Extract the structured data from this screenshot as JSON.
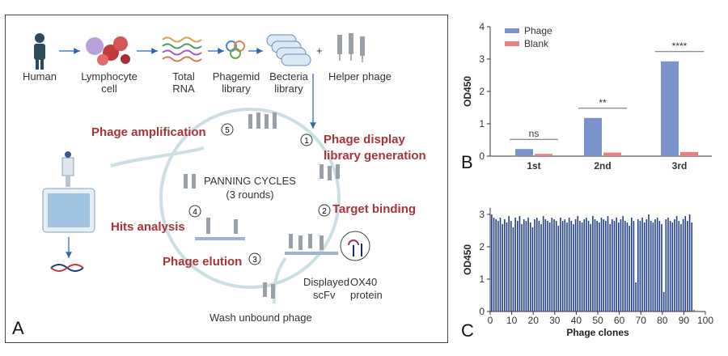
{
  "panels": {
    "a": "A",
    "b": "B",
    "c": "C"
  },
  "diagram": {
    "top_row": [
      "Human",
      "Lymphocyte\ncell",
      "Total\nRNA",
      "Phagemid\nlibrary",
      "Becteria\nlibrary",
      "Helper phage"
    ],
    "plus": "+",
    "cycle_center": [
      "PANNING CYCLES",
      "(3 rounds)"
    ],
    "steps": [
      {
        "num": "1",
        "label": "Phage display\nlibrary generation"
      },
      {
        "num": "2",
        "label": "Target binding"
      },
      {
        "num": "3",
        "label": "Phage elution"
      },
      {
        "num": "4",
        "label": "Hits analysis"
      },
      {
        "num": "5",
        "label": "Phage amplification"
      }
    ],
    "displayed_scfv": "Displayed\nscFv",
    "ox40": "OX40\nprotein",
    "wash": "Wash unbound phage",
    "colors": {
      "step_text": "#a8343a",
      "arrow": "#2e68b0",
      "cycle": "#c9dfe4"
    }
  },
  "chart_data": [
    {
      "type": "bar",
      "categories": [
        "1st",
        "2nd",
        "3rd"
      ],
      "series": [
        {
          "name": "Phage",
          "values": [
            0.22,
            1.18,
            2.93
          ],
          "color": "#7b93cc"
        },
        {
          "name": "Blank",
          "values": [
            0.07,
            0.11,
            0.13
          ],
          "color": "#e88080"
        }
      ],
      "ylabel": "OD450",
      "ylim": [
        0,
        4
      ],
      "yticks": [
        "0",
        "1",
        "2",
        "3",
        "4"
      ],
      "significance": [
        "ns",
        "**",
        "****"
      ],
      "legend_position": "top-left",
      "grid": false
    },
    {
      "type": "bar",
      "xlabel": "Phage clones",
      "ylabel": "OD450",
      "ylim": [
        0,
        3.2
      ],
      "xlim": [
        0,
        100
      ],
      "yticks": [
        "0",
        "1",
        "2",
        "3"
      ],
      "xticks": [
        "0",
        "10",
        "20",
        "30",
        "40",
        "50",
        "60",
        "70",
        "80",
        "90",
        "100"
      ],
      "grid": false,
      "bar_color": "#1f3f8c",
      "control_color": "#e03030",
      "values": [
        3.0,
        2.9,
        2.85,
        2.8,
        2.9,
        2.7,
        2.85,
        2.75,
        2.95,
        2.8,
        2.6,
        2.9,
        2.8,
        2.95,
        2.7,
        2.85,
        2.8,
        2.9,
        2.75,
        2.6,
        2.85,
        2.9,
        2.8,
        2.7,
        2.95,
        2.85,
        2.8,
        2.75,
        2.9,
        2.85,
        2.8,
        2.65,
        2.9,
        2.8,
        2.85,
        2.75,
        2.9,
        2.8,
        2.7,
        2.85,
        2.95,
        2.8,
        2.75,
        2.85,
        2.9,
        2.8,
        2.7,
        2.95,
        2.85,
        2.8,
        2.75,
        2.9,
        2.85,
        2.8,
        2.95,
        2.7,
        2.85,
        2.8,
        2.9,
        2.75,
        2.85,
        2.95,
        2.8,
        2.75,
        2.65,
        2.9,
        2.8,
        0.9,
        2.85,
        2.8,
        2.9,
        2.75,
        2.85,
        3.0,
        2.8,
        2.75,
        2.85,
        2.9,
        2.8,
        2.7,
        0.6,
        2.85,
        2.9,
        2.8,
        2.75,
        2.85,
        2.95,
        2.8,
        2.7,
        2.85,
        2.95,
        2.8,
        3.0,
        2.75,
        0.05
      ],
      "control_index": 94
    }
  ]
}
